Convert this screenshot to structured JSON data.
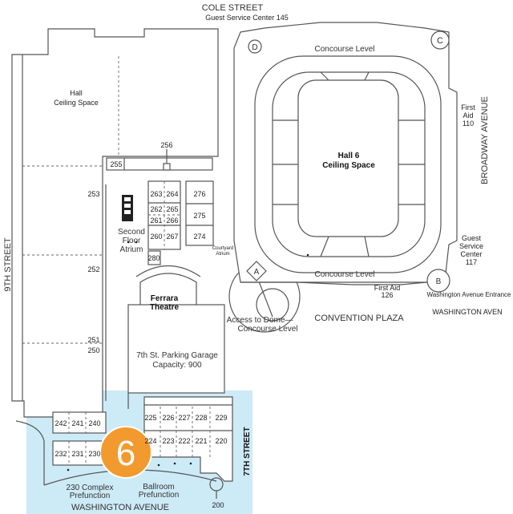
{
  "map": {
    "highlight_color": "#cdeaf7",
    "badge": {
      "number": "6",
      "color": "#f29a2e"
    },
    "streets": {
      "cole": "COLE STREET",
      "broadway": "BROADWAY AVENUE",
      "ninth": "9TH STREET",
      "seventh": "7TH STREET",
      "washington": "WASHINGTON AVENUE",
      "washington_partial": "WASHINGTON AVEN",
      "plaza": "CONVENTION PLAZA"
    },
    "labels": {
      "gsc145": "Guest Service Center 145",
      "concourse_top": "Concourse Level",
      "concourse_bottom": "Concourse Level",
      "hall6_1": "Hall 6",
      "hall6_2": "Ceiling Space",
      "first_aid_110": [
        "First",
        "Aid",
        "110"
      ],
      "gsc117": [
        "Guest",
        "Service",
        "Center",
        "117"
      ],
      "first_aid_126": [
        "First Aid",
        "126"
      ],
      "wash_entrance": "Washington Avenue Entrance",
      "access_dome": [
        "Access to Dome—",
        "Concourse Level"
      ],
      "courtyard": [
        "Courtyard",
        "Atrium"
      ],
      "hall": [
        "Hall",
        "Ceiling Space"
      ],
      "atrium": [
        "Second",
        "Floor",
        "Atrium"
      ],
      "theatre": [
        "Ferrara",
        "Theatre"
      ],
      "garage": [
        "7th St. Parking Garage",
        "Capacity: 900"
      ],
      "prefunction_230": [
        "230 Complex",
        "Prefunction"
      ],
      "ballroom_prefunction": [
        "Ballroom",
        "Prefunction"
      ],
      "markers": [
        "A",
        "B",
        "C",
        "D"
      ]
    },
    "rooms": {
      "r256": "256",
      "r255": "255",
      "r253": "253",
      "r252": "252",
      "r251": "251",
      "r250": "250",
      "r263": "263",
      "r264": "264",
      "r276": "276",
      "r262": "262",
      "r265": "265",
      "r261": "261",
      "r266": "266",
      "r275": "275",
      "r260": "260",
      "r267": "267",
      "r274": "274",
      "r280": "280",
      "r242": "242",
      "r241": "241",
      "r240": "240",
      "r232": "232",
      "r231": "231",
      "r230": "230",
      "r225": "225",
      "r226": "226",
      "r227": "227",
      "r228": "228",
      "r229": "229",
      "r224": "224",
      "r223": "223",
      "r222": "222",
      "r221": "221",
      "r220": "220",
      "r200": "200"
    }
  }
}
